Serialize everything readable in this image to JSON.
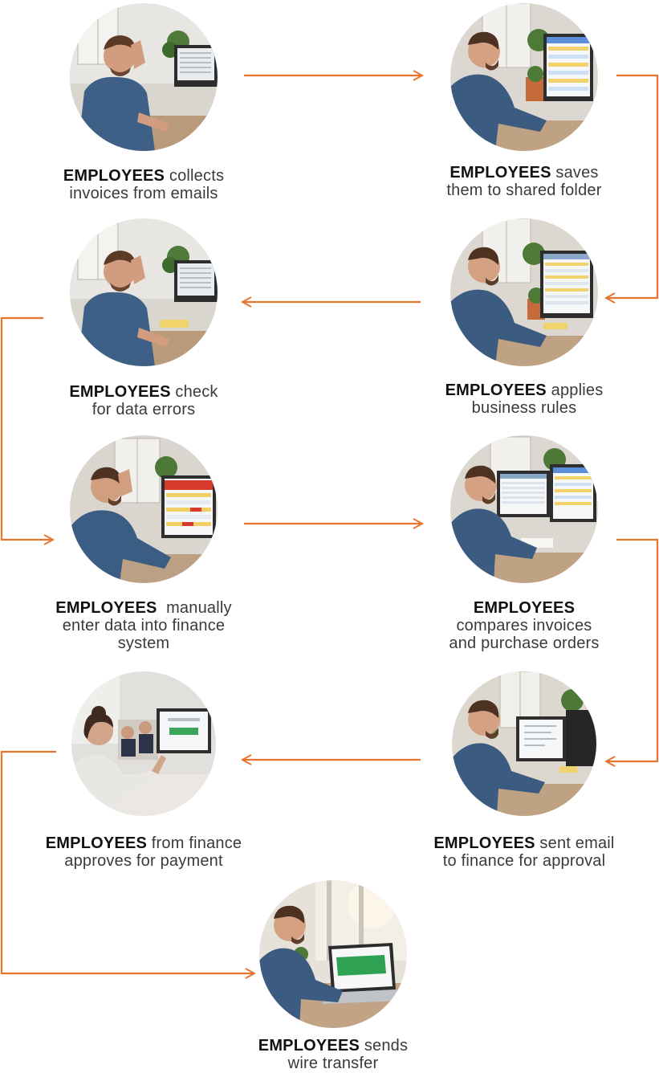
{
  "colors": {
    "arrow": "#E8742E",
    "text": "#3a3a3a",
    "bold_text": "#111111"
  },
  "steps": [
    {
      "bold": "EMPLOYEES",
      "line1": " collects",
      "line2": "invoices from emails",
      "line3": "",
      "icon": "man-stressed-monitor-photo"
    },
    {
      "bold": "EMPLOYEES",
      "line1": " saves",
      "line2": "them to shared folder",
      "line3": "",
      "icon": "man-spreadsheet-photo"
    },
    {
      "bold": "EMPLOYEES",
      "line1": " check",
      "line2": "for data errors",
      "line3": "",
      "icon": "man-stressed-monitor-photo"
    },
    {
      "bold": "EMPLOYEES",
      "line1": " applies",
      "line2": "business rules",
      "line3": "",
      "icon": "man-spreadsheet-photo"
    },
    {
      "bold": "EMPLOYEES",
      "line1": "  manually",
      "line2": "enter data into finance",
      "line3": "system",
      "icon": "man-error-spreadsheet-photo"
    },
    {
      "bold": "EMPLOYEES",
      "line1": "",
      "line2": "compares invoices",
      "line3": "and purchase orders",
      "icon": "man-two-monitors-photo"
    },
    {
      "bold": "EMPLOYEES",
      "line1": " from finance",
      "line2": "approves for payment",
      "line3": "",
      "icon": "woman-approval-screen-photo"
    },
    {
      "bold": "EMPLOYEES",
      "line1": " sent email",
      "line2": "to finance for approval",
      "line3": "",
      "icon": "man-email-monitor-photo"
    },
    {
      "bold": "EMPLOYEES",
      "line1": " sends",
      "line2": "wire transfer",
      "line3": "",
      "icon": "man-laptop-transfer-photo"
    }
  ]
}
